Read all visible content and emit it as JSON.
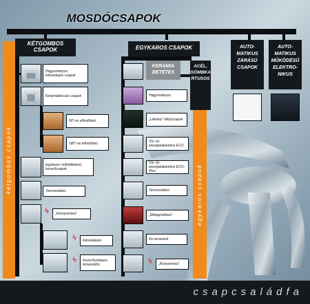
{
  "title": "MOSDÓCSAPOK",
  "footer": "csapcsaládfa",
  "colors": {
    "accent_orange": "#f18a1c",
    "dark": "#14191e",
    "gray": "#8a8f94",
    "bolt_red": "#e8231a"
  },
  "left": {
    "header": "KÉTGOMBOS CSAPOK",
    "vertical_label": "kétgombos csapok",
    "items": [
      {
        "label": "Hagyományos, kötszelepes csapok"
      },
      {
        "label": "Kerámiatárcsás csapok"
      },
      {
        "label": "90°-os elfordítású"
      },
      {
        "label": "180°-os elfordítású"
      },
      {
        "label": "Egykezes működtetésű, keverőcsapok"
      },
      {
        "label": "Termosztátos"
      },
      {
        "label": "„Kismyomású”"
      },
      {
        "label": "Kétszelepes"
      },
      {
        "label": "Keverőszelepes, temperálós"
      }
    ]
  },
  "middle": {
    "header": "EGYKAROS CSAPOK",
    "vertical_label": "egykaros csapok",
    "sub_ceramic": "KERÁMIA BETÉTES",
    "sub_steel": "ACÉL, GÖMBKARTUSOS",
    "items": [
      {
        "label": "Hagyományos"
      },
      {
        "label": "„Látvány” kifolycsapok"
      },
      {
        "label": "Víz- és energiatakarékos ECO"
      },
      {
        "label": "Víz- és energiatakarékos ECO-Plus"
      },
      {
        "label": "Termosztátos"
      },
      {
        "label": "„Mélegindítású”"
      },
      {
        "label": "Fix keverésű"
      },
      {
        "label": "„Kisnyomású”"
      }
    ]
  },
  "right": {
    "auto_close": "AUTO-MATIKUS ZÁRÁSÚ CSAPOK",
    "auto_electronic": "AUTO-MATIKUS MŰKÖDÉSŰ ELEKTRO-NIKUS"
  }
}
